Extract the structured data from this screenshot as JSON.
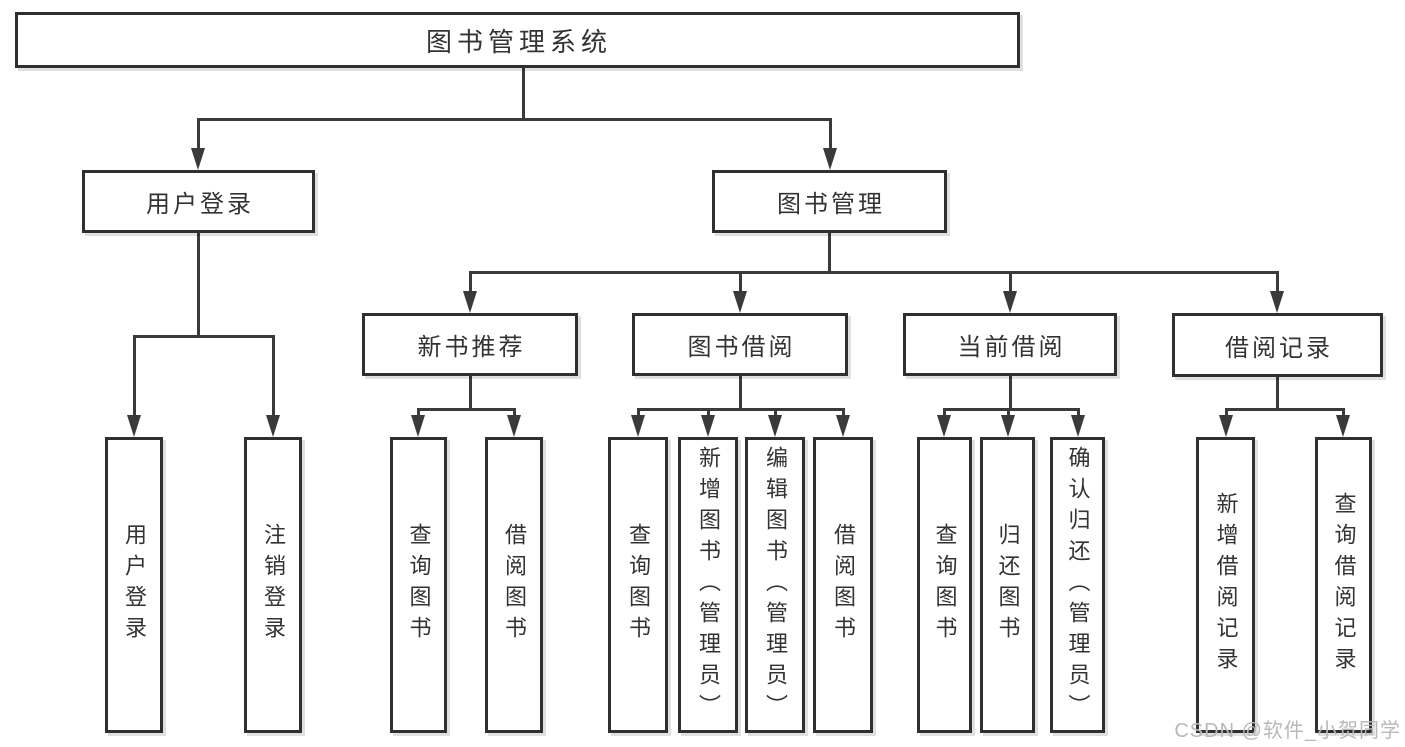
{
  "diagram": {
    "title": "图书管理系统",
    "nodes": [
      {
        "id": "root",
        "label": "图书管理系统",
        "parent": null
      },
      {
        "id": "login",
        "label": "用户登录",
        "parent": "root"
      },
      {
        "id": "mgmt",
        "label": "图书管理",
        "parent": "root"
      },
      {
        "id": "user-login",
        "label": "用户登录",
        "parent": "login"
      },
      {
        "id": "logout",
        "label": "注销登录",
        "parent": "login"
      },
      {
        "id": "new-books",
        "label": "新书推荐",
        "parent": "mgmt"
      },
      {
        "id": "book-borrow",
        "label": "图书借阅",
        "parent": "mgmt"
      },
      {
        "id": "current-borrow",
        "label": "当前借阅",
        "parent": "mgmt"
      },
      {
        "id": "borrow-records",
        "label": "借阅记录",
        "parent": "mgmt"
      },
      {
        "id": "nb-query",
        "label": "查询图书",
        "parent": "new-books"
      },
      {
        "id": "nb-borrow",
        "label": "借阅图书",
        "parent": "new-books"
      },
      {
        "id": "bb-query",
        "label": "查询图书",
        "parent": "book-borrow"
      },
      {
        "id": "bb-add",
        "label": "新增图书（管理员）",
        "parent": "book-borrow"
      },
      {
        "id": "bb-edit",
        "label": "编辑图书（管理员）",
        "parent": "book-borrow"
      },
      {
        "id": "bb-borrow",
        "label": "借阅图书",
        "parent": "book-borrow"
      },
      {
        "id": "cb-query",
        "label": "查询图书",
        "parent": "current-borrow"
      },
      {
        "id": "cb-return",
        "label": "归还图书",
        "parent": "current-borrow"
      },
      {
        "id": "cb-confirm",
        "label": "确认归还（管理员）",
        "parent": "current-borrow"
      },
      {
        "id": "br-add",
        "label": "新增借阅记录",
        "parent": "borrow-records"
      },
      {
        "id": "br-query",
        "label": "查询借阅记录",
        "parent": "borrow-records"
      }
    ]
  },
  "watermark": {
    "text": "CSDN @软件_小贺同学"
  },
  "colors": {
    "line": "#3a3a3a",
    "box_border": "#2f2f2f",
    "text": "#333333",
    "watermark": "#b9b9b9",
    "background": "#ffffff"
  }
}
